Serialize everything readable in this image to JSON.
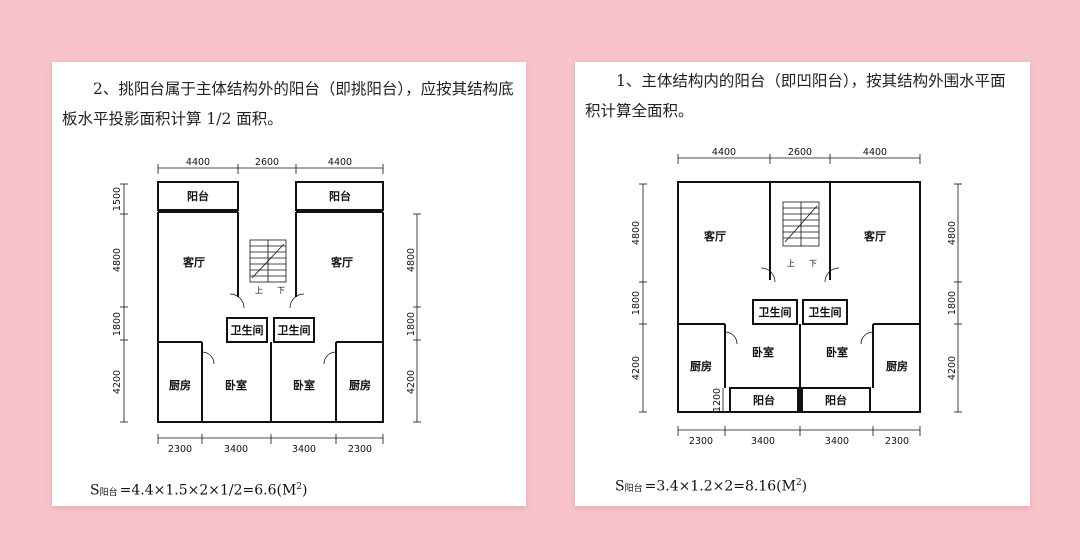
{
  "left": {
    "paragraph": "2、挑阳台属于主体结构外的阳台（即挑阳台），应按其结构底板水平投影面积计算 1/2 面积。",
    "dims_top": [
      "4400",
      "2600",
      "4400"
    ],
    "dims_bottom": [
      "2300",
      "3400",
      "3400",
      "2300"
    ],
    "dims_left": [
      "1500",
      "4800",
      "1800",
      "4200"
    ],
    "dims_right": [
      "4800",
      "1800",
      "4200"
    ],
    "rooms": {
      "balcony_left": "阳台",
      "balcony_right": "阳台",
      "living_left": "客厅",
      "living_right": "客厅",
      "bath_left": "卫生间",
      "bath_right": "卫生间",
      "kitchen_left": "厨房",
      "bedroom_left": "卧室",
      "bedroom_right": "卧室",
      "kitchen_right": "厨房"
    },
    "stair_up": "上",
    "stair_down": "下",
    "formula": {
      "s": "S",
      "sub": "阳台",
      "expr": "=4.4×1.5×2×1/2=6.6(M",
      "sup": "2",
      "close": ")"
    }
  },
  "right": {
    "paragraph": "1、主体结构内的阳台（即凹阳台），按其结构外围水平面积计算全面积。",
    "dims_top": [
      "4400",
      "2600",
      "4400"
    ],
    "dims_bottom": [
      "2300",
      "3400",
      "3400",
      "2300"
    ],
    "dims_left": [
      "4800",
      "1800",
      "4200"
    ],
    "dims_right": [
      "4800",
      "1800",
      "4200"
    ],
    "dim_balcony": "1200",
    "rooms": {
      "living_left": "客厅",
      "living_right": "客厅",
      "bath_left": "卫生间",
      "bath_right": "卫生间",
      "kitchen_left": "厨房",
      "bedroom_left": "卧室",
      "bedroom_right": "卧室",
      "kitchen_right": "厨房",
      "balcony_left": "阳台",
      "balcony_right": "阳台"
    },
    "stair_up": "上",
    "stair_down": "下",
    "formula": {
      "s": "S",
      "sub": "阳台",
      "expr": "=3.4×1.2×2=8.16(M",
      "sup": "2",
      "close": ")"
    }
  }
}
